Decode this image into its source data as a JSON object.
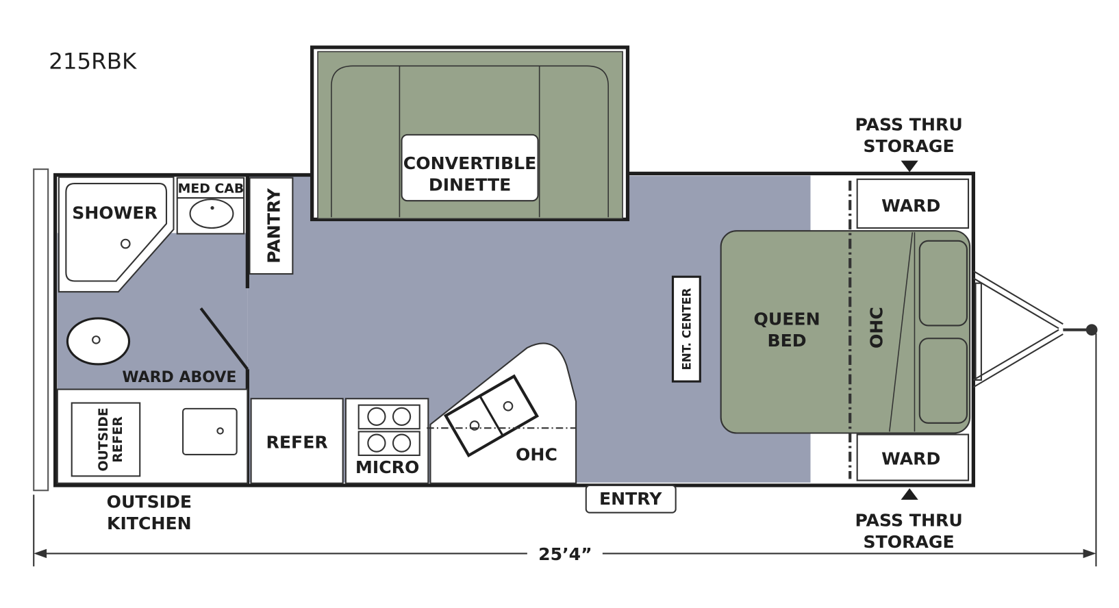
{
  "model": "215RBK",
  "labels": {
    "convertible_1": "CONVERTIBLE",
    "convertible_2": "DINETTE",
    "shower": "SHOWER",
    "med_cab": "MED CAB",
    "pantry": "PANTRY",
    "ward_above": "WARD ABOVE",
    "outside_refer_1": "OUTSIDE",
    "outside_refer_2": "REFER",
    "refer": "REFER",
    "micro": "MICRO",
    "ohc_kitchen": "OHC",
    "ent_center": "ENT. CENTER",
    "queen_1": "QUEEN",
    "queen_2": "BED",
    "ohc_bed": "OHC",
    "ward_top": "WARD",
    "ward_bottom": "WARD",
    "pass_thru_top_1": "PASS THRU",
    "pass_thru_top_2": "STORAGE",
    "pass_thru_bottom_1": "PASS THRU",
    "pass_thru_bottom_2": "STORAGE",
    "outside_kitchen_1": "OUTSIDE",
    "outside_kitchen_2": "KITCHEN",
    "entry": "ENTRY",
    "length": "25’4”"
  },
  "colors": {
    "floor": "#999fb3",
    "furniture": "#97a38b",
    "line": "#1e1e1e"
  }
}
